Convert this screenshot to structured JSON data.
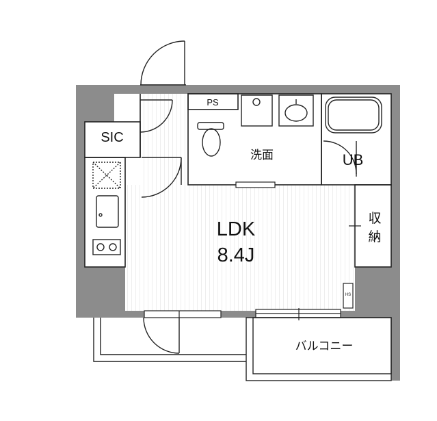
{
  "rooms": {
    "sic": "SIC",
    "ps": "PS",
    "washroom": "洗面",
    "unit_bath": "UB",
    "storage_line1": "収",
    "storage_line2": "納",
    "ldk": "LDK",
    "ldk_size": "8.4J",
    "balcony": "バルコニー",
    "hs": "HS"
  },
  "colors": {
    "wall": "#8c8c8c",
    "line": "#222222",
    "floor_stripe": "#e4e4e4",
    "background": "#ffffff"
  }
}
